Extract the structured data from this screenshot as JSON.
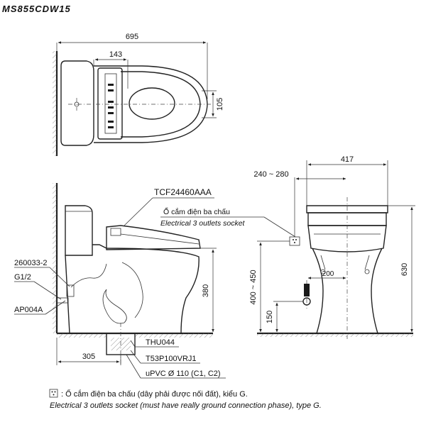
{
  "title": "MS855CDW15",
  "top_view": {
    "dim_length": "695",
    "dim_offset": "143",
    "dim_depth": "105"
  },
  "side_view": {
    "seat_code": "TCF24460AAA",
    "outlet_label_vi": "Ổ cắm điện ba chấu",
    "outlet_label_en": "Electrical 3 outlets socket",
    "part_valve": "260033-2",
    "part_thread": "G1/2",
    "part_hose": "AP004A",
    "dim_height": "380",
    "dim_rough": "305",
    "part_flange": "THU044",
    "part_pipe": "T53P100VRJ1",
    "part_upvc": "uPVC Ø 110 (C1, C2)"
  },
  "front_view": {
    "dim_width": "417",
    "dim_socket_offset": "240 ~ 280",
    "dim_supply_offset": "200",
    "dim_socket_height": "400 ~ 450",
    "dim_supply_height": "150",
    "dim_total_height": "630"
  },
  "legend": {
    "symbol": "⠃",
    "line1": ": Ổ cắm điện ba chấu (dây phải được nối đất), kiểu G.",
    "line2": "Electrical 3 outlets socket (must have really ground connection phase), type G."
  }
}
